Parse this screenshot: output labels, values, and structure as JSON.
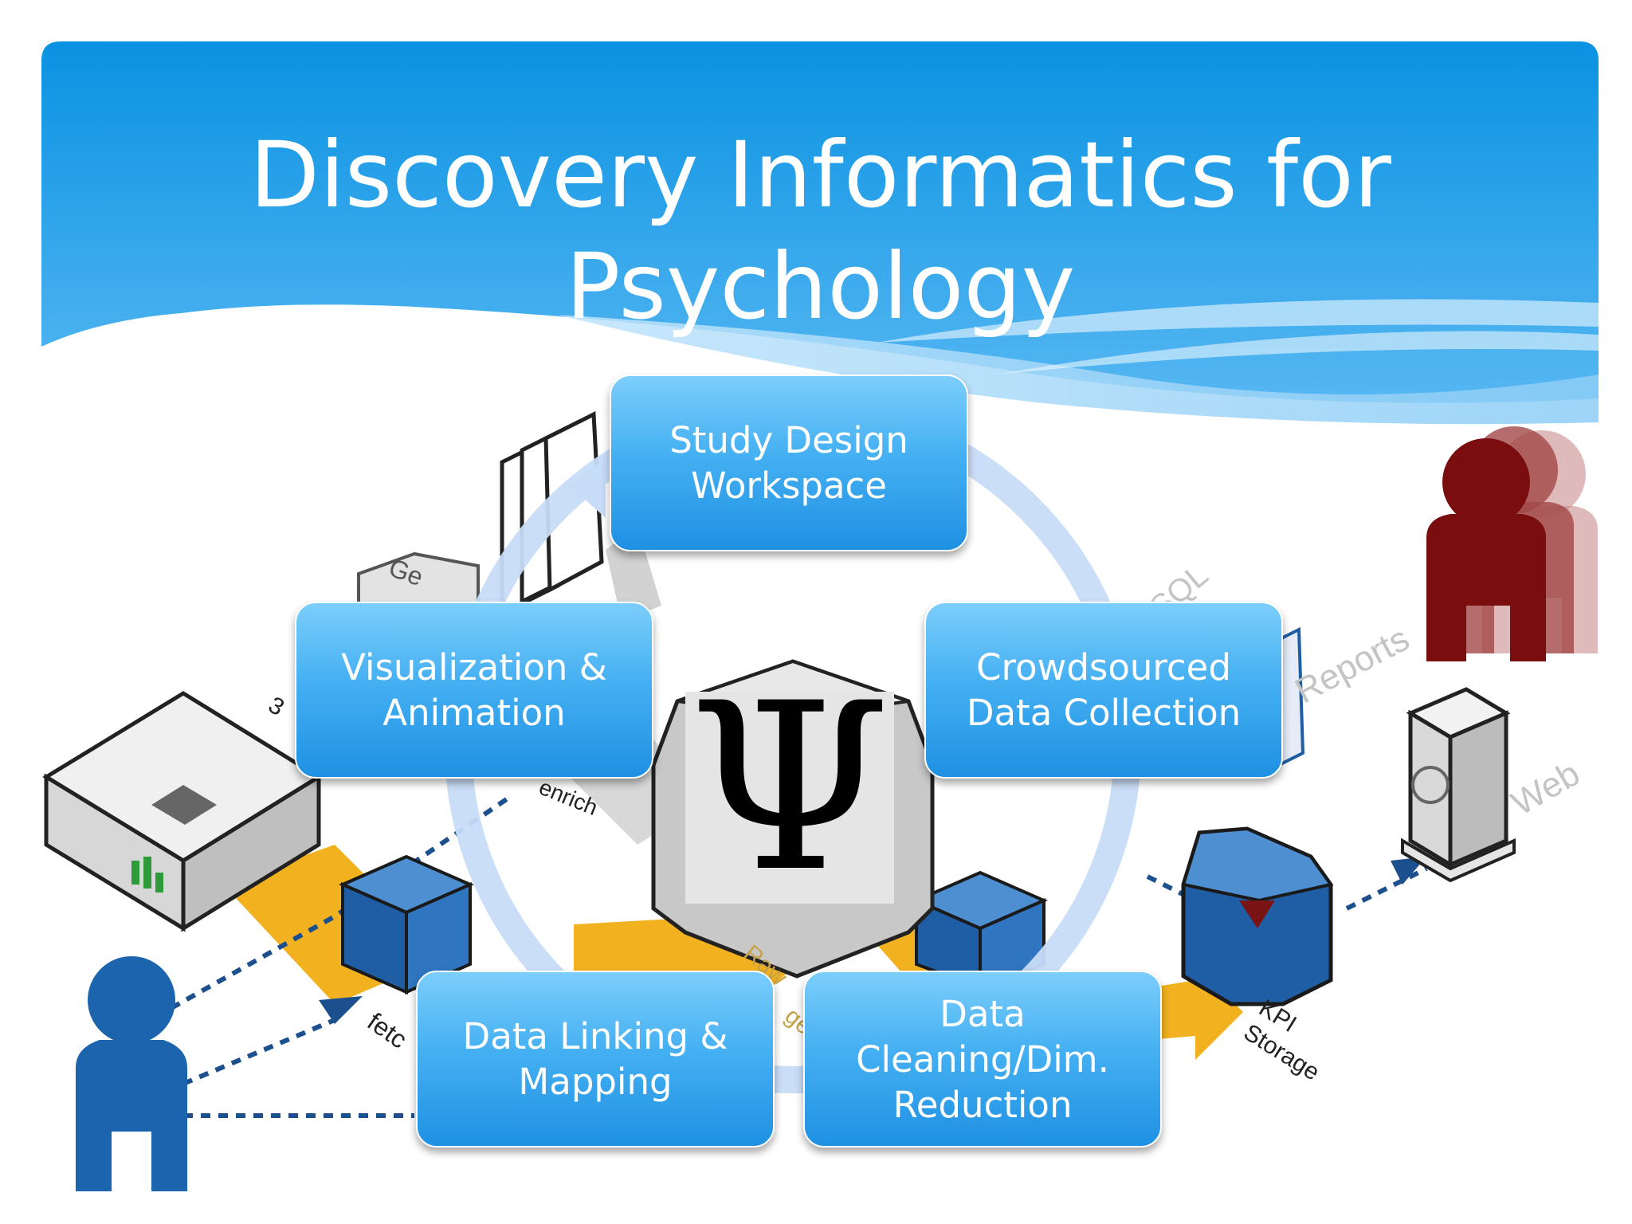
{
  "slide": {
    "title": "Discovery Informatics for Psychology"
  },
  "cycle": [
    {
      "id": "study-design",
      "label": "Study Design\nWorkspace"
    },
    {
      "id": "crowdsourced",
      "label": "Crowdsourced\nData Collection"
    },
    {
      "id": "data-cleaning",
      "label": "Data\nCleaning/Dim.\nReduction"
    },
    {
      "id": "data-linking",
      "label": "Data Linking &\nMapping"
    },
    {
      "id": "visualization",
      "label": "Visualization &\nAnimation"
    }
  ],
  "center_symbol": "Ψ",
  "background_labels": {
    "geo": "Ge",
    "sql": "SQL",
    "reports": "Reports",
    "web": "Web",
    "kpi": "KPI\nStorage",
    "enrich": "enrich",
    "raw": "Raw",
    "fetch": "fetc",
    "three": "3",
    "storage_fragment": "ge"
  },
  "colors": {
    "header_blue": "#0f97e4",
    "box_blue": "#45b0f2",
    "arrow_yellow": "#f2b21f",
    "dark_blue": "#1c64ad",
    "dark_red": "#7a0e0e"
  }
}
